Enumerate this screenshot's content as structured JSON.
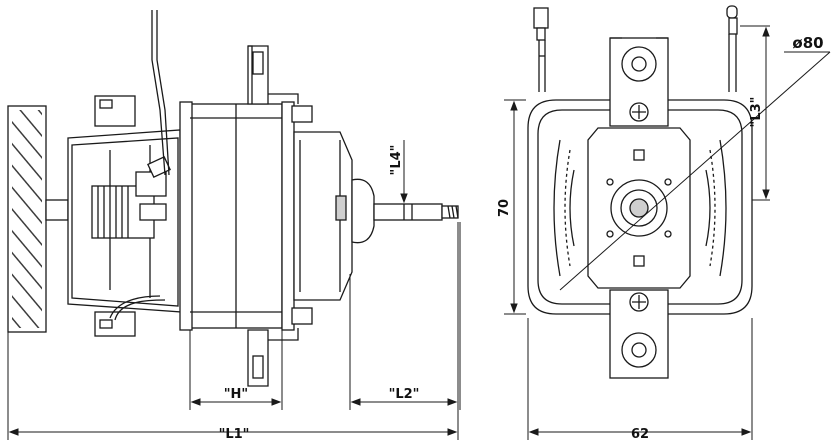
{
  "side_view": {
    "dim_L1": "\"L1\"",
    "dim_H": "\"H\"",
    "dim_L2": "\"L2\"",
    "dim_L4": "\"L4\""
  },
  "front_view": {
    "dim_L3": "\"L3\"",
    "dim_height": "70",
    "dim_width": "62",
    "dim_diameter": "ø80"
  },
  "colors": {
    "line": "#1a1a1a",
    "body_fill": "#ffffff",
    "shade": "#cfcfcf"
  }
}
